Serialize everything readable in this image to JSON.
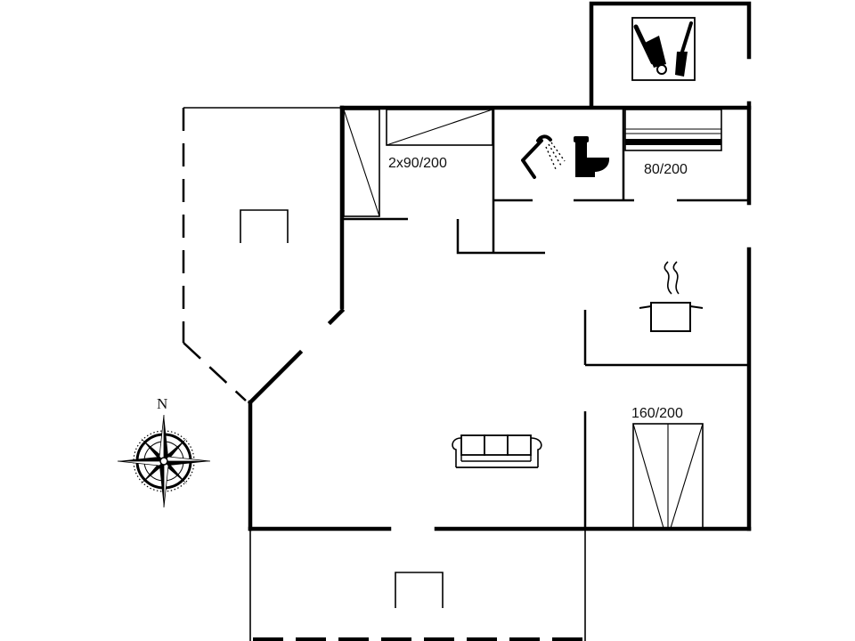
{
  "rooms": {
    "bedroom_twin": {
      "bed_size": "2x90/200"
    },
    "bedroom_single": {
      "bed_size": "80/200"
    },
    "bedroom_double": {
      "bed_size": "160/200"
    }
  },
  "compass": {
    "north_label": "N"
  },
  "icons": [
    "utility-room-icon",
    "shower-icon",
    "toilet-icon",
    "cooking-pot-icon",
    "sofa-icon",
    "terrace-table-icon",
    "compass-rose-icon"
  ]
}
